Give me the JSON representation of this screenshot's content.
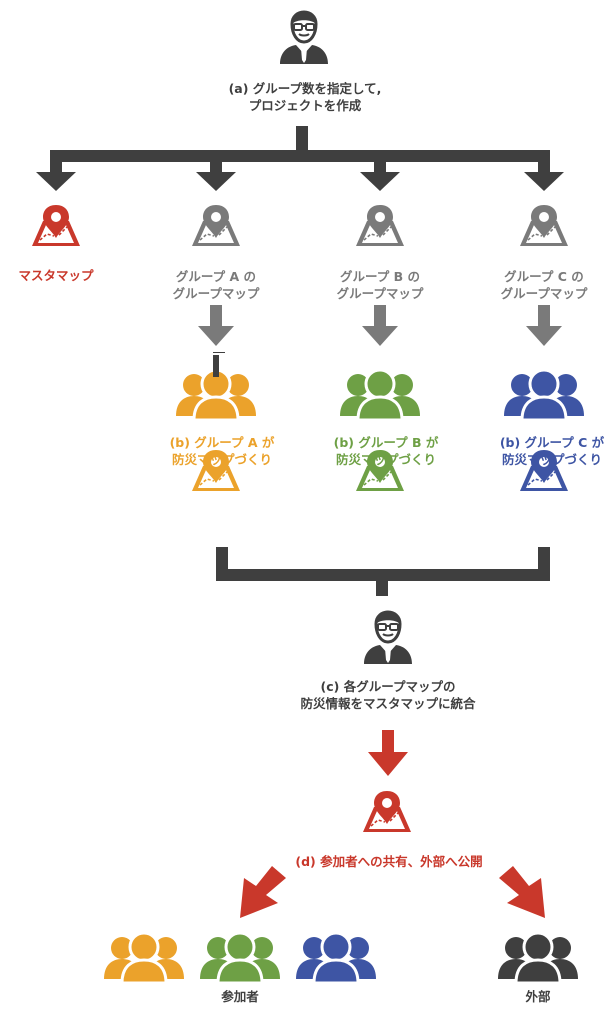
{
  "colors": {
    "dark": "#3f3f3f",
    "gray": "#7a7a7a",
    "red": "#c9382b",
    "orange": "#eba22b",
    "green": "#6ea045",
    "blue": "#3e55a4"
  },
  "icons": {
    "person": "admin-person-icon",
    "map": "map-pin-icon",
    "group": "people-group-icon"
  },
  "steps": {
    "a": {
      "line1": "(a) グループ数を指定して,",
      "line2": "プロジェクトを作成"
    },
    "c": {
      "line1": "(c) 各グループマップの",
      "line2": "防災情報をマスタマップに統合"
    },
    "d": {
      "line1": "(d) 参加者への共有、外部へ公開"
    }
  },
  "maps": {
    "master": "マスタマップ",
    "group_a": {
      "line1": "グループ A の",
      "line2": "グループマップ"
    },
    "group_b": {
      "line1": "グループ B の",
      "line2": "グループマップ"
    },
    "group_c": {
      "line1": "グループ C の",
      "line2": "グループマップ"
    }
  },
  "groups": {
    "a": {
      "line1": "(b) グループ A が",
      "line2": "防災マップづくり"
    },
    "b": {
      "line1": "(b) グループ B が",
      "line2": "防災マップづくり"
    },
    "c": {
      "line1": "(b) グループ C が",
      "line2": "防災マップづくり"
    }
  },
  "audience": {
    "participants": "参加者",
    "external": "外部"
  }
}
